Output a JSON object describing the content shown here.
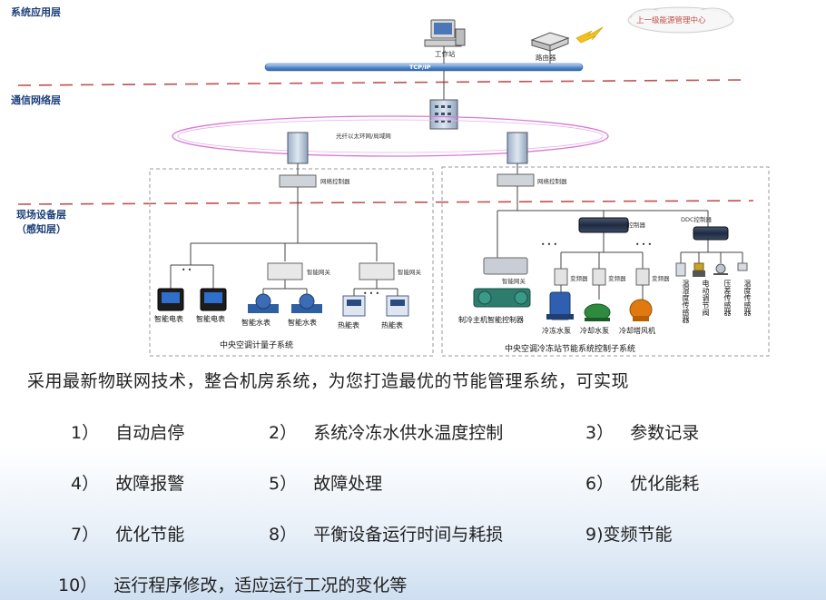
{
  "diagram": {
    "layers": {
      "application": "系统应用层",
      "network": "通信网络层",
      "field_line1": "现场设备层",
      "field_line2": "（感知层）"
    },
    "app": {
      "workstation": "工作站",
      "router": "路由器",
      "upper_center": "上一级能源管理中心",
      "bus": "TCP/IP"
    },
    "ring_label": "光纤以太环网/局域网",
    "left_system": {
      "controller": "网络控制器",
      "gateway1": "智能网关",
      "gateway2": "智能网关",
      "meter1": "智能电表",
      "meter2": "智能电表",
      "water1": "智能水表",
      "water2": "智能水表",
      "heat1": "热能表",
      "heat2": "热能表",
      "title": "中央空调计量子系统"
    },
    "right_system": {
      "controller": "网络控制器",
      "ddc1": "DDC控制器",
      "ddc2": "DDC控制器",
      "gateway": "智能网关",
      "chiller": "制冷主机智能控制器",
      "vfd1": "变频器",
      "vfd2": "变频器",
      "vfd3": "变频器",
      "pump1": "冷冻水泵",
      "pump2": "冷却水泵",
      "tower": "冷却塔风机",
      "sensor1": "温湿度传感器",
      "sensor2": "电动调节阀",
      "sensor3": "压差传感器",
      "sensor4": "温度传感器",
      "title": "中央空调冷冻站节能系统控制子系统"
    },
    "dots": "• •",
    "dots3": "• • •"
  },
  "description": "采用最新物联网技术，整合机房系统，为您打造最优的节能管理系统，可实现",
  "features": [
    {
      "num": "1）",
      "text": "自动启停"
    },
    {
      "num": "2）",
      "text": "系统冷冻水供水温度控制"
    },
    {
      "num": "3）",
      "text": "参数记录"
    },
    {
      "num": "4）",
      "text": "故障报警"
    },
    {
      "num": "5）",
      "text": "故障处理"
    },
    {
      "num": "6）",
      "text": "优化能耗"
    },
    {
      "num": "7）",
      "text": "优化节能"
    },
    {
      "num": "8）",
      "text": "平衡设备运行时间与耗损"
    },
    {
      "num": "9)",
      "text": "变频节能"
    },
    {
      "num": "10）",
      "text": "运行程序修改，适应运行工况的变化等"
    }
  ],
  "colors": {
    "dashed_separator": "#c0504d",
    "layer_label": "#1b3f7a",
    "bus": "#4a7fc1",
    "ring": "#d67bd6",
    "lightning": "#f2c21b"
  }
}
